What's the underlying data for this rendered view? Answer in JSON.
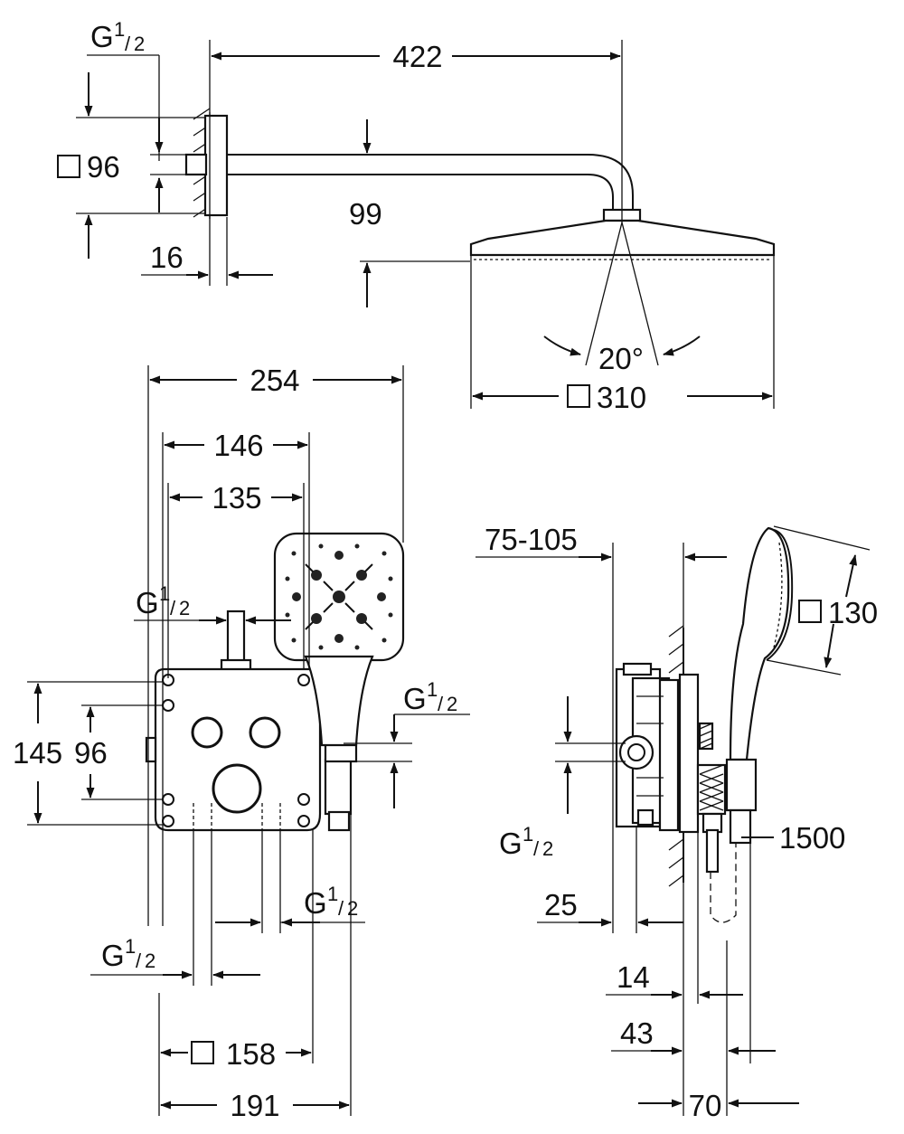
{
  "colors": {
    "ink": "#111111",
    "background": "#ffffff"
  },
  "icons": {
    "square": "square-symbol-icon"
  },
  "labels": {
    "g_main": "G",
    "g_one": "1",
    "g_two": "2",
    "d422": "422",
    "d96_top": "96",
    "d16": "16",
    "d99": "99",
    "d20": "20°",
    "d310": "310",
    "d254": "254",
    "d146": "146",
    "d135": "135",
    "d145": "145",
    "d96_box": "96",
    "d158": "158",
    "d191": "191",
    "d75_105": "75-105",
    "d130": "130",
    "d1500": "1500",
    "d25": "25",
    "d14": "14",
    "d43": "43",
    "d70": "70"
  }
}
